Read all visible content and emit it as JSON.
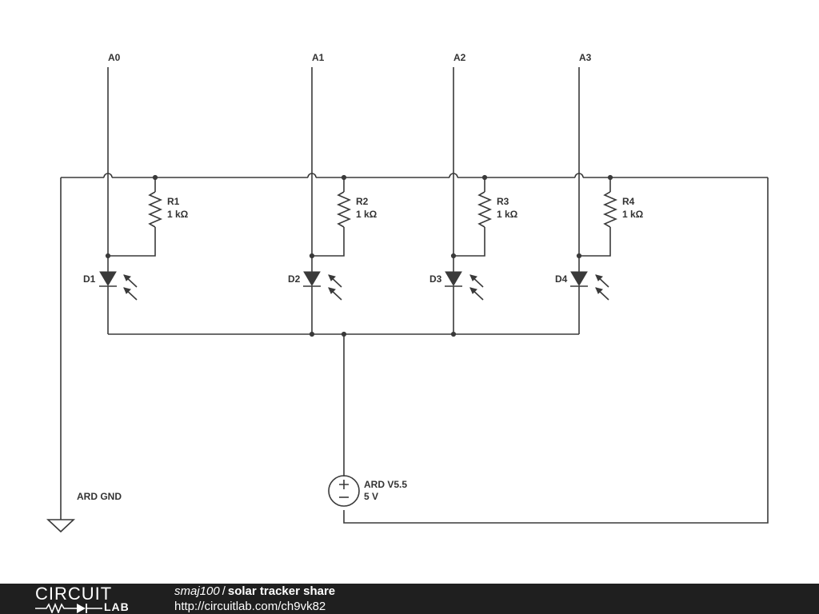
{
  "diagram": {
    "pins": [
      "A0",
      "A1",
      "A2",
      "A3"
    ],
    "resistors": [
      {
        "ref": "R1",
        "value": "1 kΩ"
      },
      {
        "ref": "R2",
        "value": "1 kΩ"
      },
      {
        "ref": "R3",
        "value": "1 kΩ"
      },
      {
        "ref": "R4",
        "value": "1 kΩ"
      }
    ],
    "diodes": [
      "D1",
      "D2",
      "D3",
      "D4"
    ],
    "ground_label": "ARD GND",
    "source": {
      "name": "ARD V5.5",
      "value": "5 V"
    }
  },
  "footer": {
    "logo_top": "CIRCUIT",
    "logo_bottom": "LAB",
    "author": "smaj100",
    "separator": "/",
    "project": "solar tracker share",
    "url": "http://circuitlab.com/ch9vk82"
  },
  "colors": {
    "wire": "#3a3a3a",
    "footer_bg": "#1f1f1f",
    "footer_text": "#ffffff"
  }
}
